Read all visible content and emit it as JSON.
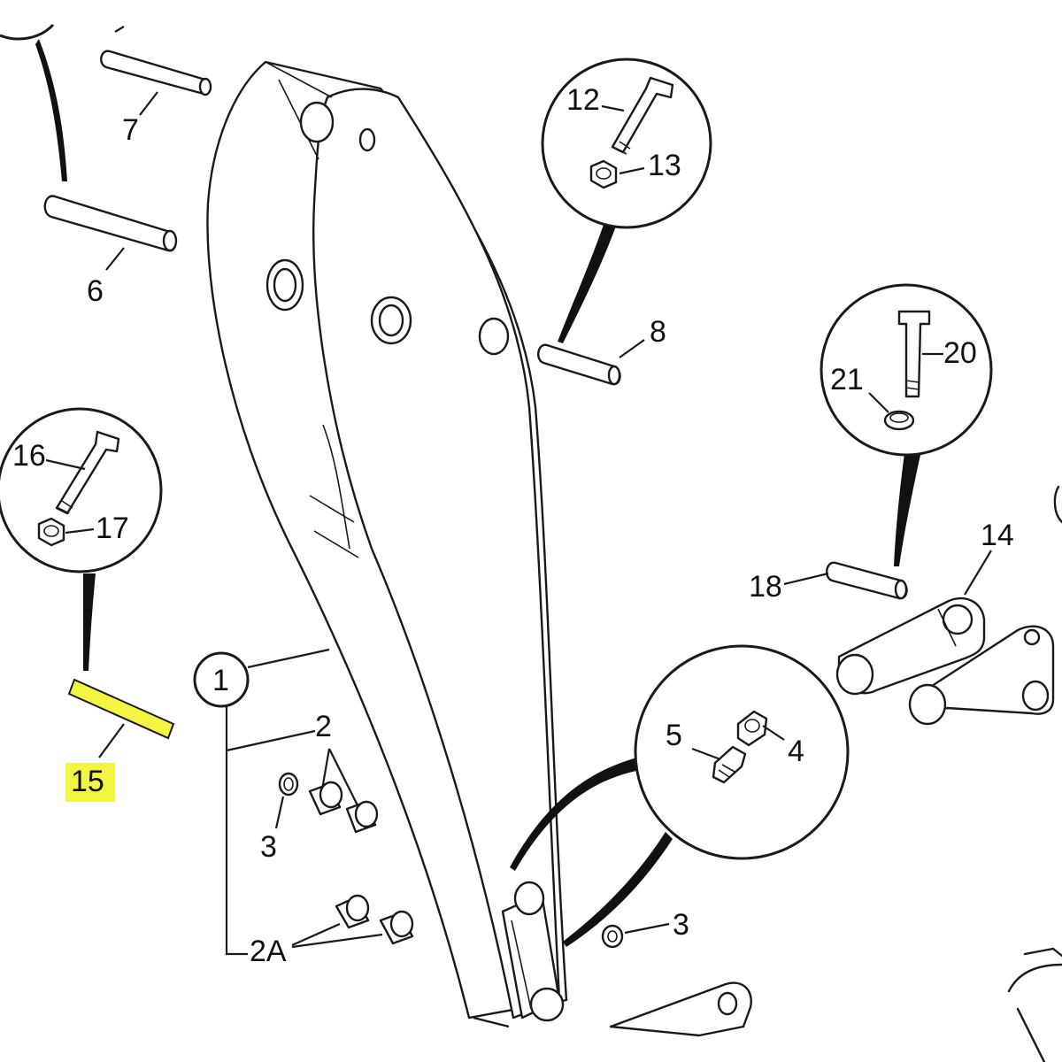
{
  "labels": {
    "l1": "1",
    "l2": "2",
    "l2a": "2A",
    "l3a": "3",
    "l3b": "3",
    "l4": "4",
    "l5": "5",
    "l6": "6",
    "l7": "7",
    "l8": "8",
    "l12": "12",
    "l13": "13",
    "l14": "14",
    "l15": "15",
    "l16": "16",
    "l17": "17",
    "l18": "18",
    "l20": "20",
    "l21": "21"
  },
  "highlight_color": "#f2f542"
}
